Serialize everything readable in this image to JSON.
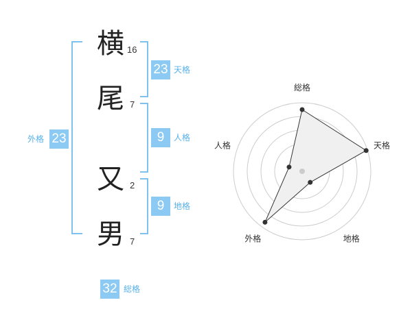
{
  "characters": [
    {
      "char": "横",
      "strokes": "16"
    },
    {
      "char": "尾",
      "strokes": "7"
    },
    {
      "char": "又",
      "strokes": "2"
    },
    {
      "char": "男",
      "strokes": "7"
    }
  ],
  "fortunes": {
    "tenkaku": {
      "value": "23",
      "label": "天格"
    },
    "jinkaku": {
      "value": "9",
      "label": "人格"
    },
    "chikaku": {
      "value": "9",
      "label": "地格"
    },
    "gaikaku": {
      "value": "23",
      "label": "外格"
    },
    "soukaku": {
      "value": "32",
      "label": "総格"
    }
  },
  "chart_data": {
    "type": "radar",
    "axes": [
      "総格",
      "天格",
      "地格",
      "外格",
      "人格"
    ],
    "values": [
      0.9,
      0.98,
      0.2,
      0.92,
      0.2
    ],
    "range": [
      0,
      1
    ],
    "rings": 5,
    "grid": true,
    "colors": {
      "fill": "#f0f0f0",
      "line": "#333333",
      "grid": "#cccccc",
      "center": "#cccccc"
    }
  }
}
